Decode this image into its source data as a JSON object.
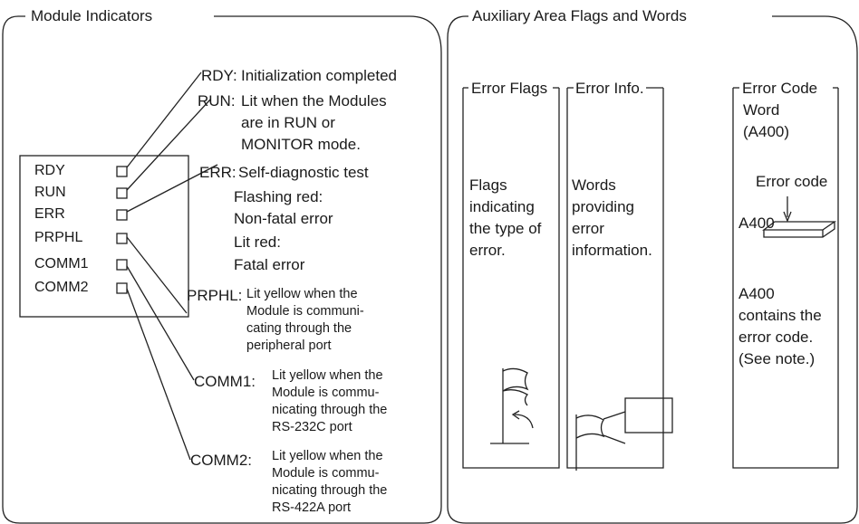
{
  "left_panel": {
    "title": "Module Indicators",
    "indicators": [
      "RDY",
      "RUN",
      "ERR",
      "PRPHL",
      "COMM1",
      "COMM2"
    ],
    "descriptions": {
      "rdy": {
        "code": "RDY:",
        "text": "Initialization completed"
      },
      "run": {
        "code": "RUN:",
        "line1": "Lit when the Modules",
        "line2": "are in RUN or",
        "line3": "MONITOR mode."
      },
      "err": {
        "code": "ERR:",
        "line1": "Self-diagnostic test",
        "line2": "Flashing red:",
        "line3": "Non-fatal error",
        "line4": "Lit red:",
        "line5": "Fatal error"
      },
      "prphl": {
        "code": "PRPHL:",
        "line1": "Lit yellow when the",
        "line2": "Module is communi-",
        "line3": "cating through the",
        "line4": "peripheral port"
      },
      "comm1": {
        "code": "COMM1:",
        "line1": "Lit yellow when the",
        "line2": "Module is commu-",
        "line3": "nicating through the",
        "line4": "RS-232C port"
      },
      "comm2": {
        "code": "COMM2:",
        "line1": "Lit yellow when the",
        "line2": "Module is commu-",
        "line3": "nicating through the",
        "line4": "RS-422A port"
      }
    }
  },
  "right_panel": {
    "title": "Auxiliary Area Flags and Words",
    "error_flags": {
      "title": "Error Flags",
      "text": [
        "Flags",
        "indicating",
        "the type of",
        "error."
      ]
    },
    "error_info": {
      "title": "Error Info.",
      "text": [
        "Words",
        "providing",
        "error",
        "information."
      ]
    },
    "error_code": {
      "title_line1": "Error Code",
      "title_line2": "Word",
      "title_line3": "(A400)",
      "callout": "Error code",
      "address": "A400",
      "text": [
        "A400",
        "contains the",
        "error code.",
        "(See note.)"
      ]
    }
  }
}
